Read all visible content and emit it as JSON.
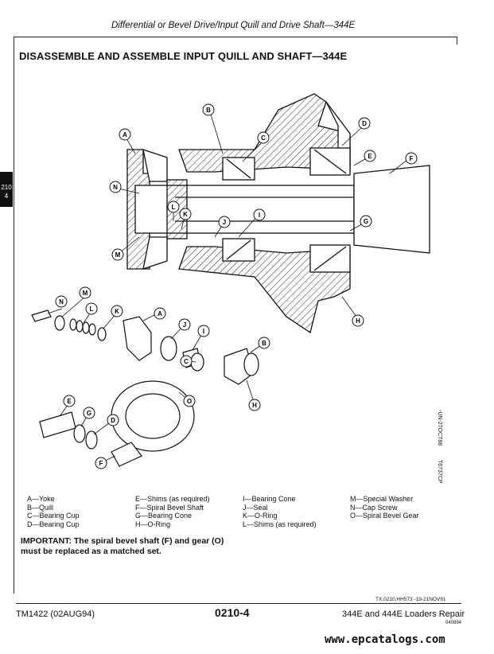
{
  "header": "Differential or Bevel Drive/Input Quill and Drive Shaft—344E",
  "section_title": "DISASSEMBLE AND ASSEMBLE INPUT QUILL AND SHAFT—344E",
  "tab": [
    "210",
    "4"
  ],
  "callouts": {
    "A": "A",
    "B": "B",
    "C": "C",
    "D": "D",
    "E": "E",
    "F": "F",
    "G": "G",
    "H": "H",
    "I": "I",
    "J": "J",
    "K": "K",
    "L": "L",
    "M": "M",
    "N": "N",
    "O": "O"
  },
  "legend": {
    "col1": [
      "A—Yoke",
      "B—Quill",
      "C—Bearing Cup",
      "D—Bearing Cup"
    ],
    "col2": [
      "E—Shims (as required)",
      "F—Spiral Bevel Shaft",
      "G—Bearing Cone",
      "H—O-Ring"
    ],
    "col3": [
      "I—Bearing Cone",
      "J—Seal",
      "K—O-Ring",
      "L—Shims (as required)"
    ],
    "col4": [
      "M—Special Washer",
      "N—Cap Screw",
      "O—Spiral Bevel Gear"
    ]
  },
  "important": {
    "label": "IMPORTANT:",
    "text": "The spiral bevel shaft (F) and gear (O) must be replaced as a matched set."
  },
  "figure_codes": [
    "-UN-27OCT88",
    "T6737CP"
  ],
  "reference": "TX,0210,HH573 -19-21NOV91",
  "footer": {
    "left": "TM1422 (02AUG94)",
    "center": "0210-4",
    "right": "344E and 444E Loaders Repair",
    "small": "040894"
  },
  "watermark": "www.epcatalogs.com"
}
